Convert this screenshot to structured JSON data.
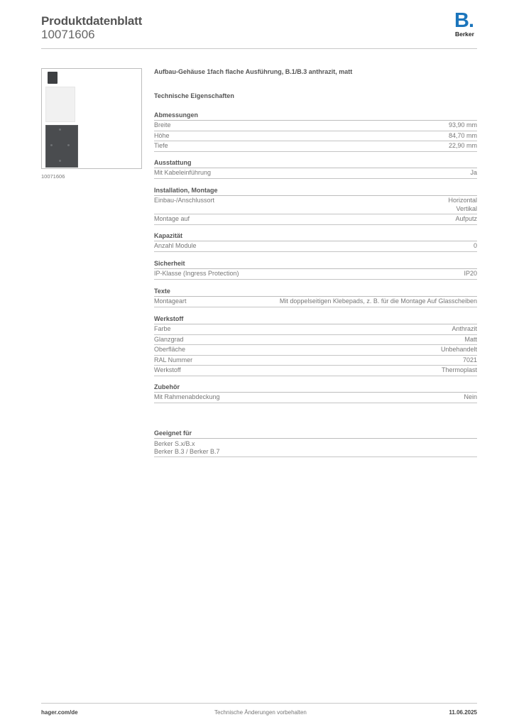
{
  "header": {
    "title": "Produktdatenblatt",
    "article_number": "10071606"
  },
  "logo": {
    "mark": "B.",
    "wordmark": "Berker",
    "brand_color": "#1b75bc"
  },
  "image": {
    "caption": "10071606"
  },
  "product": {
    "title": "Aufbau-Gehäuse 1fach flache Ausführung, B.1/B.3 anthrazit, matt",
    "section_title": "Technische Eigenschaften"
  },
  "groups": [
    {
      "title": "Abmessungen",
      "rows": [
        {
          "label": "Breite",
          "value": "93,90 mm"
        },
        {
          "label": "Höhe",
          "value": "84,70 mm"
        },
        {
          "label": "Tiefe",
          "value": "22,90 mm"
        }
      ]
    },
    {
      "title": "Ausstattung",
      "rows": [
        {
          "label": "Mit Kabeleinführung",
          "value": "Ja"
        }
      ]
    },
    {
      "title": "Installation, Montage",
      "rows": [
        {
          "label": "Einbau-/Anschlussort",
          "value": "Horizontal\nVertikal"
        },
        {
          "label": "Montage auf",
          "value": "Aufputz"
        }
      ]
    },
    {
      "title": "Kapazität",
      "rows": [
        {
          "label": "Anzahl Module",
          "value": "0"
        }
      ]
    },
    {
      "title": "Sicherheit",
      "rows": [
        {
          "label": "IP-Klasse (Ingress Protection)",
          "value": "IP20"
        }
      ]
    },
    {
      "title": "Texte",
      "rows": [
        {
          "label": "Montageart",
          "value": "Mit doppelseitigen Klebepads, z. B. für die Montage Auf Glasscheiben"
        }
      ]
    },
    {
      "title": "Werkstoff",
      "rows": [
        {
          "label": "Farbe",
          "value": "Anthrazit"
        },
        {
          "label": "Glanzgrad",
          "value": "Matt"
        },
        {
          "label": "Oberfläche",
          "value": "Unbehandelt"
        },
        {
          "label": "RAL Nummer",
          "value": "7021"
        },
        {
          "label": "Werkstoff",
          "value": "Thermoplast"
        }
      ]
    },
    {
      "title": "Zubehör",
      "rows": [
        {
          "label": "Mit Rahmenabdeckung",
          "value": "Nein"
        }
      ]
    }
  ],
  "suitable_for": {
    "title": "Geeignet für",
    "items": [
      "Berker S.x/B.x",
      "Berker B.3 / Berker B.7"
    ]
  },
  "footer": {
    "website": "hager.com/de",
    "disclaimer": "Technische Änderungen vorbehalten",
    "date": "11.06.2025"
  }
}
